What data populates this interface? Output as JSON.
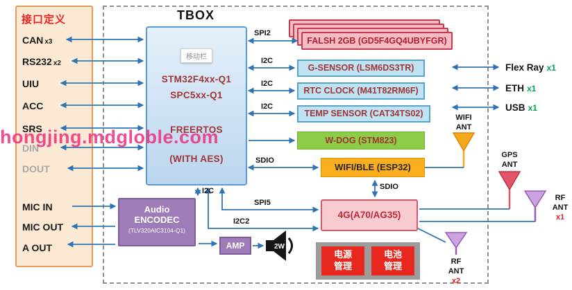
{
  "watermark": "hongjing.mdgloble.com",
  "left_panel": {
    "title": "接口定义",
    "items": [
      {
        "label": "CAN",
        "sub": "x3"
      },
      {
        "label": "RS232",
        "sub": "x2"
      },
      {
        "label": "UIU",
        "sub": ""
      },
      {
        "label": "ACC",
        "sub": ""
      },
      {
        "label": "SRS",
        "sub": ""
      },
      {
        "label": "DIN",
        "sub": ""
      },
      {
        "label": "DOUT",
        "sub": ""
      },
      {
        "label": "MIC IN",
        "sub": ""
      },
      {
        "label": "MIC OUT",
        "sub": ""
      },
      {
        "label": "A OUT",
        "sub": ""
      }
    ]
  },
  "tbox": {
    "title": "TBOX",
    "mcu": {
      "badge": "移动栏",
      "line1": "STM32F4xx-Q1",
      "line2": "SPC5xx-Q1",
      "line3": "FREERTOS",
      "line4": "(WITH AES)"
    },
    "flash_label": "FALSH 2GB (GD5F4GQ4UBYFGR)",
    "gsensor_label": "G-SENSOR (LSM6DS3TR)",
    "rtc_label": "RTC CLOCK (M41T82RM6F)",
    "temp_label": "TEMP SENSOR (CAT34TS02)",
    "wdog_label": "W-DOG (STM823)",
    "wifible_label": "WIFI/BLE (ESP32)",
    "modem_label": "4G(A70/AG35)",
    "audio": {
      "line1": "Audio",
      "line2": "ENCODEC",
      "line3": "(TLV320AIC3104-Q1)"
    },
    "amp_label": "AMP",
    "speaker_label": "2W",
    "power_label": "电源管理",
    "battery_label": "电池管理"
  },
  "bus_labels": {
    "spi2": "SPI2",
    "i2c_gsensor": "I2C",
    "i2c_rtc": "I2C",
    "i2c_temp": "I2C",
    "sdio_wifi": "SDIO",
    "sdio_4g": "SDIO",
    "spi5": "SPI5",
    "i2c2": "I2C2",
    "i2c_audio": "I2C"
  },
  "right_panel": {
    "items": [
      {
        "label": "Flex Ray",
        "sub": "x1"
      },
      {
        "label": "ETH",
        "sub": "x1"
      },
      {
        "label": "USB",
        "sub": "x1"
      }
    ],
    "antennas": {
      "wifi": {
        "label": "WIFI ANT"
      },
      "gps": {
        "label": "GPS ANT"
      },
      "rf1": {
        "label": "RF ANT",
        "sub": "x1"
      },
      "rf2": {
        "label": "RF ANT",
        "sub": "x2"
      }
    }
  },
  "colors": {
    "wire_blue": "#2E74B5",
    "panel_orange": "#E89A5D",
    "chip_red_text": "#9E3434",
    "green_x": "#00A651",
    "watermark_pink": "#EE2D7B"
  }
}
